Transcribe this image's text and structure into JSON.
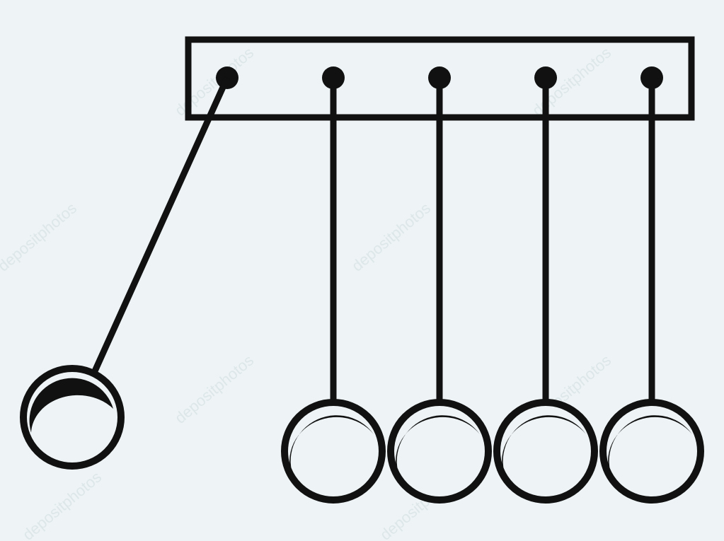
{
  "scene": {
    "subject": "newtons-cradle-icon",
    "ball_count": 5,
    "lifted_balls": 1,
    "colors": {
      "background": "#eef4f6",
      "ink": "#111111",
      "watermark": "#d6e0e4"
    }
  },
  "watermark": {
    "text": "depositphotos"
  }
}
